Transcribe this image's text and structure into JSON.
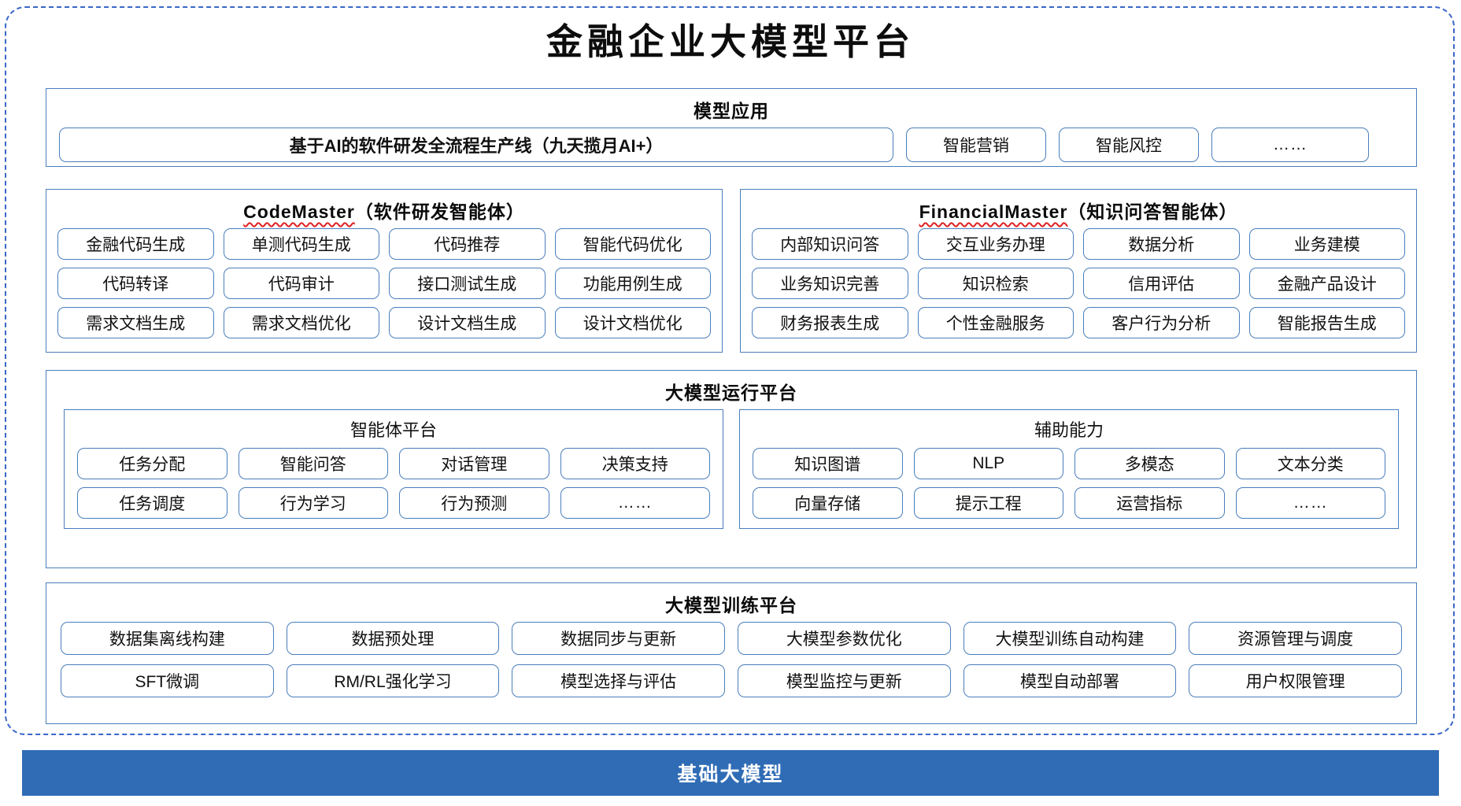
{
  "title": "金融企业大模型平台",
  "sections": {
    "application": {
      "heading": "模型应用",
      "main_chip": "基于AI的软件研发全流程生产线（九天揽月AI+）",
      "chips": [
        "智能营销",
        "智能风控",
        "……"
      ]
    },
    "code_master": {
      "heading_en": "CodeMaster",
      "heading_zh": "（软件研发智能体）",
      "chips": [
        "金融代码生成",
        "单测代码生成",
        "代码推荐",
        "智能代码优化",
        "代码转译",
        "代码审计",
        "接口测试生成",
        "功能用例生成",
        "需求文档生成",
        "需求文档优化",
        "设计文档生成",
        "设计文档优化"
      ]
    },
    "financial_master": {
      "heading_en": "FinancialMaster",
      "heading_zh": "（知识问答智能体）",
      "chips": [
        "内部知识问答",
        "交互业务办理",
        "数据分析",
        "业务建模",
        "业务知识完善",
        "知识检索",
        "信用评估",
        "金融产品设计",
        "财务报表生成",
        "个性金融服务",
        "客户行为分析",
        "智能报告生成"
      ]
    },
    "runtime": {
      "heading": "大模型运行平台",
      "agent_platform": {
        "title": "智能体平台",
        "chips": [
          "任务分配",
          "智能问答",
          "对话管理",
          "决策支持",
          "任务调度",
          "行为学习",
          "行为预测",
          "……"
        ]
      },
      "aux_capability": {
        "title": "辅助能力",
        "chips": [
          "知识图谱",
          "NLP",
          "多模态",
          "文本分类",
          "向量存储",
          "提示工程",
          "运营指标",
          "……"
        ]
      }
    },
    "training": {
      "heading": "大模型训练平台",
      "chips": [
        "数据集离线构建",
        "数据预处理",
        "数据同步与更新",
        "大模型参数优化",
        "大模型训练自动构建",
        "资源管理与调度",
        "SFT微调",
        "RM/RL强化学习",
        "模型选择与评估",
        "模型监控与更新",
        "模型自动部署",
        "用户权限管理"
      ]
    },
    "foundation": {
      "label": "基础大模型"
    }
  },
  "colors": {
    "frame_dashed": "#3a66c8",
    "panel_border": "#4a7ebb",
    "chip_border": "#4a7ebb",
    "foundation_bg": "#2f6cb5",
    "spellcheck_underline": "#e02020"
  }
}
